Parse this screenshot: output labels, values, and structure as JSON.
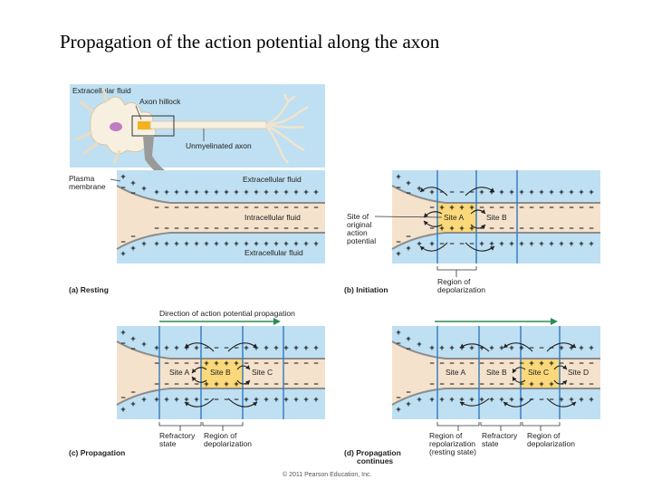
{
  "title": "Propagation of the action potential along the axon",
  "colors": {
    "extracellular": "#bfe0f2",
    "intracellular": "#f4e2cc",
    "depolarized": "#fbd97a",
    "membrane": "#8c8c8c",
    "boundary": "#3a7fc4",
    "arrow_propagation": "#2e8b57"
  },
  "panel_a": {
    "extracellular_fluid_top": "Extracellular fluid",
    "axon_hillock": "Axon hillock",
    "unmyelinated_axon": "Unmyelinated axon",
    "plasma_membrane": "Plasma membrane",
    "extracellular_fluid_upper": "Extracellular fluid",
    "intracellular_fluid": "Intracellular fluid",
    "extracellular_fluid_lower": "Extracellular fluid",
    "caption": "(a) Resting"
  },
  "panel_b": {
    "site_label": "Site of original action potential",
    "site_a": "Site A",
    "site_b": "Site B",
    "region": "Region of depolarization",
    "caption": "(b) Initiation"
  },
  "panel_c": {
    "direction": "Direction of action potential propagation",
    "site_a": "Site A",
    "site_b": "Site B",
    "site_c": "Site C",
    "refractory": "Refractory state",
    "region": "Region of depolarization",
    "caption": "(c) Propagation"
  },
  "panel_d": {
    "site_a": "Site A",
    "site_b": "Site B",
    "site_c": "Site C",
    "site_d": "Site D",
    "repolarization": "Region of repolarization (resting state)",
    "refractory": "Refractory state",
    "region": "Region of depolarization",
    "caption": "(d) Propagation continues"
  },
  "copyright": "© 2011 Pearson Education, Inc."
}
